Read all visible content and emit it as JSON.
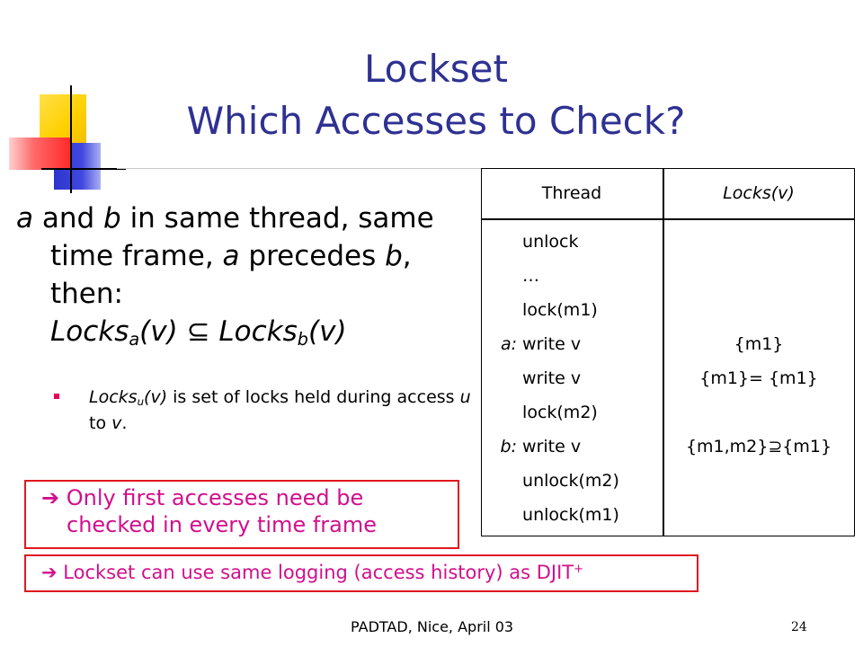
{
  "title": {
    "line1": "Lockset",
    "line2": "Which Accesses to Check?"
  },
  "main_bullet": {
    "a": "a",
    "t1": " and ",
    "b": "b",
    "t2": " in same thread, same time frame, ",
    "a2": "a",
    "t3": " precedes ",
    "b2": "b",
    "t4": ", then:",
    "locks_a": "Locks",
    "sub_a": "a",
    "v_a": "(v) ",
    "subseteq": "⊆",
    "locks_b": " Locks",
    "sub_b": "b",
    "v_b": "(v)"
  },
  "sub_bullet": {
    "locks": "Locks",
    "sub_u": "u",
    "v": "(v)",
    "t1": " is set of locks held during access ",
    "u": "u",
    "t2": " to ",
    "v2": "v",
    "t3": "."
  },
  "table": {
    "header_thread": "Thread",
    "header_locks": "Locks(v)",
    "thread_rows": [
      {
        "label": "",
        "op": "unlock"
      },
      {
        "label": "",
        "op": "…"
      },
      {
        "label": "",
        "op": "lock(m1)"
      },
      {
        "label": "a:",
        "op": "write v"
      },
      {
        "label": "",
        "op": "write v"
      },
      {
        "label": "",
        "op": "lock(m2)"
      },
      {
        "label": "b:",
        "op": "write v"
      },
      {
        "label": "",
        "op": "unlock(m2)"
      },
      {
        "label": "",
        "op": "unlock(m1)"
      }
    ],
    "locks_rows": [
      "{m1}",
      "{m1}= {m1}",
      "{m1,m2}⊇{m1}"
    ]
  },
  "note1": {
    "arrow": "➔",
    "line1": " Only first accesses need be",
    "line2": "checked in every time frame"
  },
  "note2": {
    "arrow": "➔",
    "text": " Lockset can use same logging (access history) as DJIT",
    "sup": "+"
  },
  "footer": {
    "left": "PADTAD, Nice, April 03",
    "page": "24"
  },
  "colors": {
    "title": "#2e3192",
    "note_text": "#d10f8c",
    "note_border": "#e0181f",
    "bullet": "#e8005a"
  }
}
